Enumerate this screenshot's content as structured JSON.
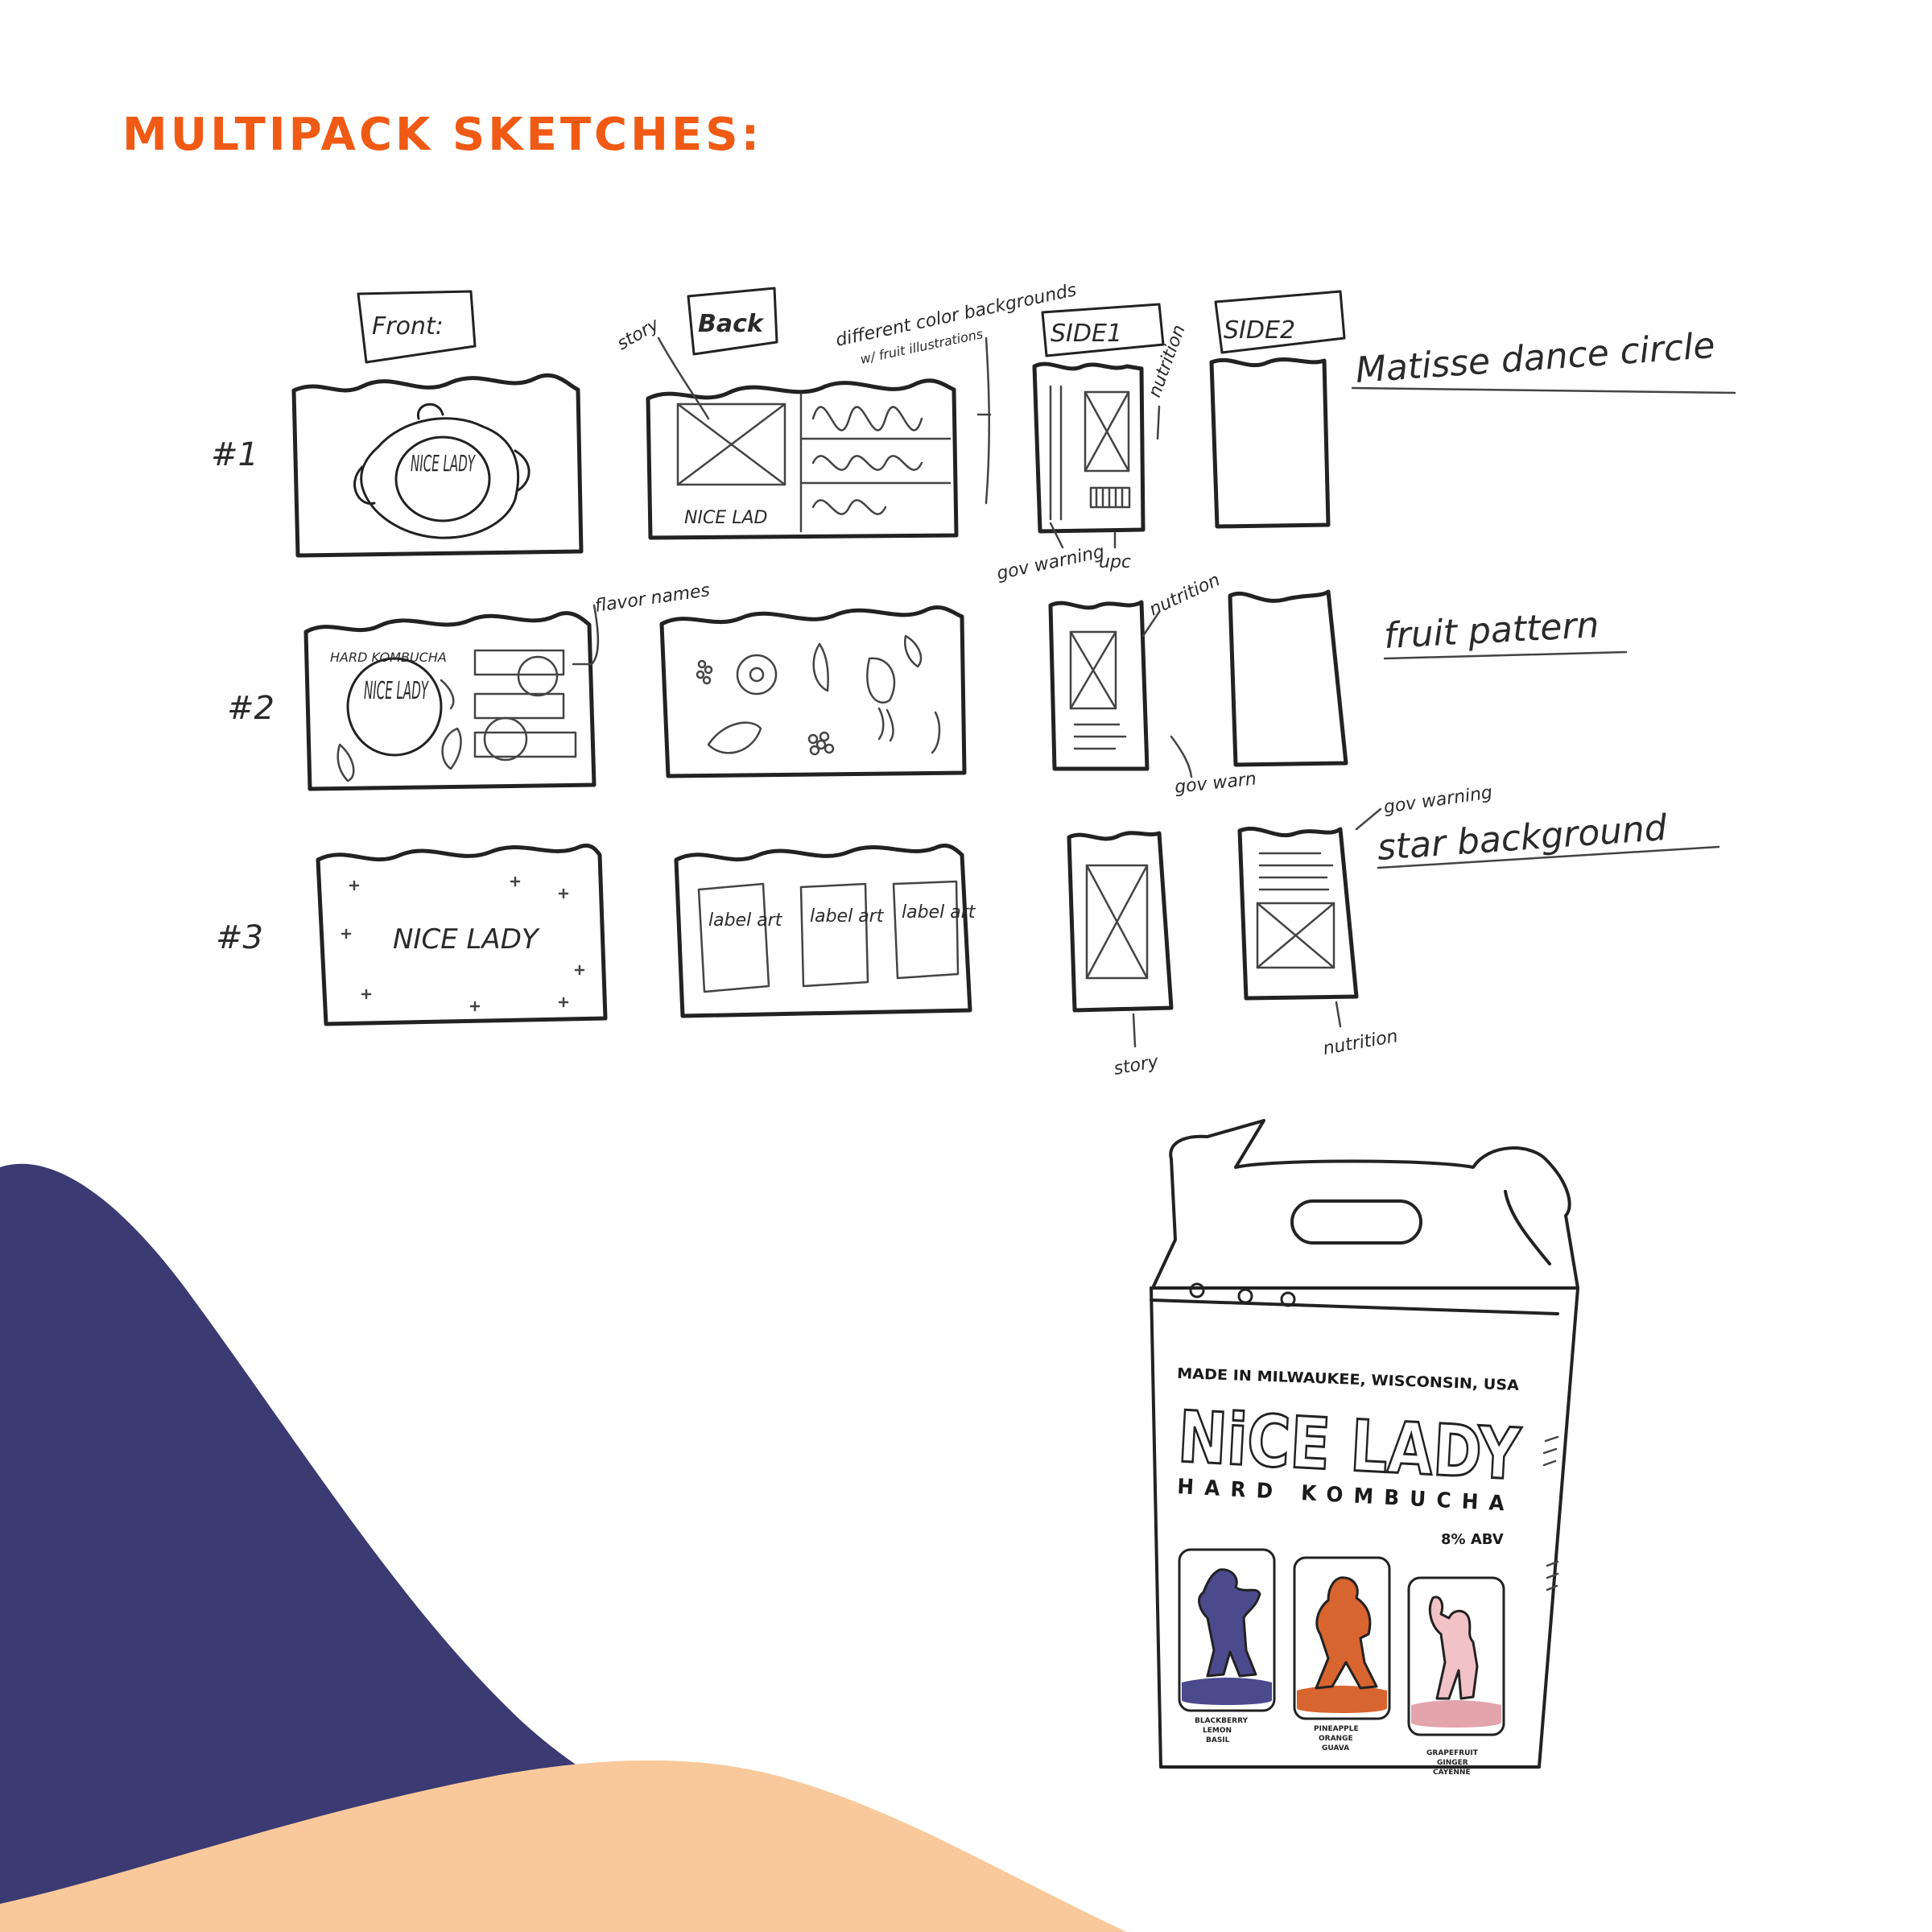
{
  "heading": "MULTIPACK SKETCHES:",
  "column_labels": {
    "front": "Front:",
    "back": "Back",
    "side1": "SIDE1",
    "side2": "SIDE2"
  },
  "row_labels": [
    "#1",
    "#2",
    "#3"
  ],
  "annotations": {
    "story_top": "story",
    "colour_backgrounds": "different color backgrounds",
    "fruit_illustrations": "w/ fruit illustrations",
    "nutrition_row1": "nutrition",
    "gov_warning_row1": "gov warning",
    "upc": "upc",
    "flavor_names": "flavor names",
    "nutrition_row2": "nutrition",
    "gov_warn_row2": "gov warn",
    "gov_warning_row3": "gov warning",
    "story_bottom": "story",
    "nutrition_row3": "nutrition"
  },
  "concepts": [
    "Matisse dance circle",
    "fruit pattern",
    "star background"
  ],
  "sketch_text": {
    "nice_lady": "NICE LADY",
    "nice_lad": "NICE LAD",
    "hard_kombucha_small": "HARD KOMBUCHA",
    "nicelady_row3": "NICE LADY",
    "label_art": "label art"
  },
  "box": {
    "made_in": "MADE IN MILWAUKEE, WISCONSIN, USA",
    "brand": "NiCE LADY",
    "product": "HARD KOMBUCHA",
    "abv": "8% ABV",
    "cans": [
      {
        "line1": "BLACKBERRY",
        "line2": "LEMON",
        "line3": "BASIL",
        "color": "#4b4a8c",
        "band": "#4b4a8c"
      },
      {
        "line1": "PINEAPPLE",
        "line2": "ORANGE",
        "line3": "GUAVA",
        "color": "#d8642f",
        "band": "#d8642f"
      },
      {
        "line1": "GRAPEFRUIT",
        "line2": "GINGER",
        "line3": "CAYENNE",
        "color": "#f1c2c6",
        "band": "#e4a4ab"
      }
    ]
  },
  "colors": {
    "heading": "#f05a14",
    "navy_wave": "#3b3a72",
    "peach_wave": "#f9c99b",
    "ink": "#222222"
  }
}
